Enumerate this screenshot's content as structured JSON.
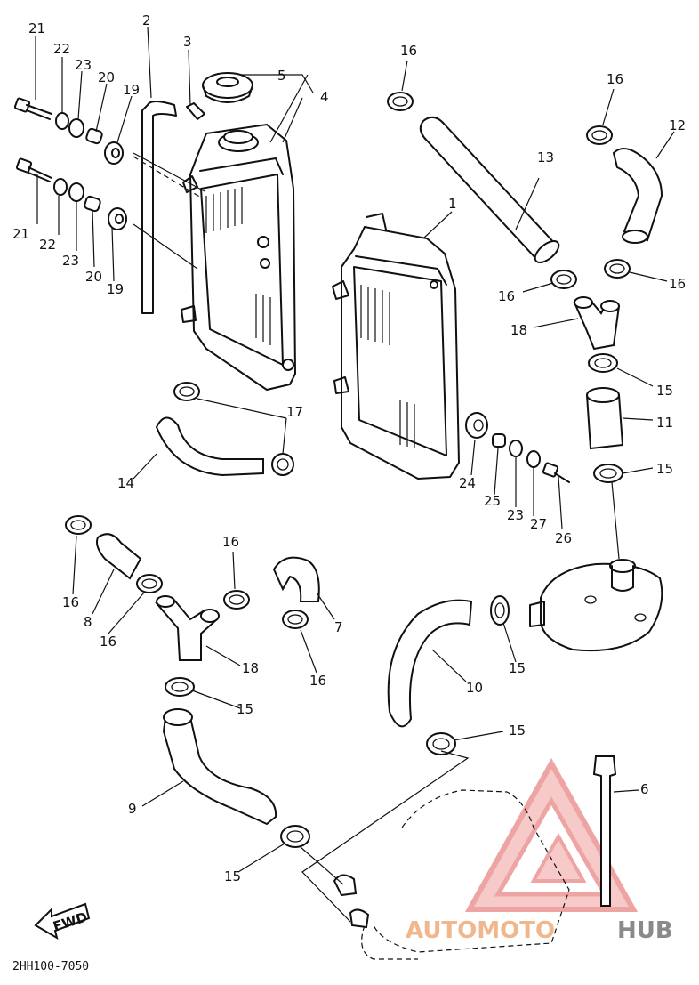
{
  "diagram": {
    "code": "2HH100-7050",
    "fwd_label": "FWD",
    "colors": {
      "line": "#111111",
      "watermark_red": "#e35a5a",
      "watermark_gray": "#8a8a8a"
    },
    "callouts": [
      {
        "id": "c21a",
        "text": "21"
      },
      {
        "id": "c22a",
        "text": "22"
      },
      {
        "id": "c23a",
        "text": "23"
      },
      {
        "id": "c20a",
        "text": "20"
      },
      {
        "id": "c19a",
        "text": "19"
      },
      {
        "id": "c2",
        "text": "2"
      },
      {
        "id": "c3",
        "text": "3"
      },
      {
        "id": "c5",
        "text": "5"
      },
      {
        "id": "c4",
        "text": "4"
      },
      {
        "id": "c21b",
        "text": "21"
      },
      {
        "id": "c22b",
        "text": "22"
      },
      {
        "id": "c23b",
        "text": "23"
      },
      {
        "id": "c20b",
        "text": "20"
      },
      {
        "id": "c19b",
        "text": "19"
      },
      {
        "id": "c16a",
        "text": "16"
      },
      {
        "id": "c13",
        "text": "13"
      },
      {
        "id": "c1",
        "text": "1"
      },
      {
        "id": "c16b",
        "text": "16"
      },
      {
        "id": "c12",
        "text": "12"
      },
      {
        "id": "c16c",
        "text": "16"
      },
      {
        "id": "c16d",
        "text": "16"
      },
      {
        "id": "c18a",
        "text": "18"
      },
      {
        "id": "c15a",
        "text": "15"
      },
      {
        "id": "c11",
        "text": "11"
      },
      {
        "id": "c15b",
        "text": "15"
      },
      {
        "id": "c17",
        "text": "17"
      },
      {
        "id": "c14",
        "text": "14"
      },
      {
        "id": "c24",
        "text": "24"
      },
      {
        "id": "c25",
        "text": "25"
      },
      {
        "id": "c23c",
        "text": "23"
      },
      {
        "id": "c27",
        "text": "27"
      },
      {
        "id": "c26",
        "text": "26"
      },
      {
        "id": "c16e",
        "text": "16"
      },
      {
        "id": "c8",
        "text": "8"
      },
      {
        "id": "c16f",
        "text": "16"
      },
      {
        "id": "c16g",
        "text": "16"
      },
      {
        "id": "c18b",
        "text": "18"
      },
      {
        "id": "c7",
        "text": "7"
      },
      {
        "id": "c16h",
        "text": "16"
      },
      {
        "id": "c10",
        "text": "10"
      },
      {
        "id": "c15c",
        "text": "15"
      },
      {
        "id": "c15d",
        "text": "15"
      },
      {
        "id": "c9",
        "text": "9"
      },
      {
        "id": "c15e",
        "text": "15"
      },
      {
        "id": "c15f",
        "text": "15"
      },
      {
        "id": "c6",
        "text": "6"
      }
    ]
  },
  "watermark": {
    "part1": "AUTOMOTO",
    "part2": "HUB"
  }
}
